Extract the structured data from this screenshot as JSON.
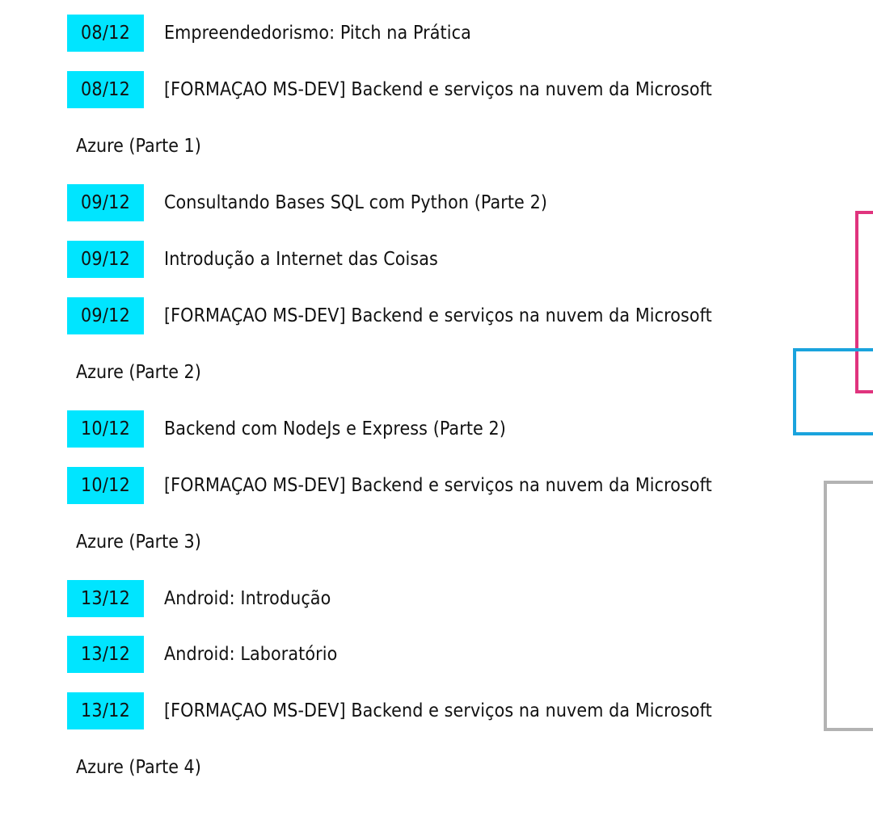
{
  "colors": {
    "date_bg": "#00e5ff",
    "text": "#111111",
    "pink_frame": "#e0347e",
    "blue_frame": "#1aa3dd",
    "gray_frame": "#b3b3b3"
  },
  "items": [
    {
      "date": "08/12",
      "title": "Empreendedorismo: Pitch na Prática"
    },
    {
      "date": "08/12",
      "title": "[FORMAÇAO MS-DEV] Backend e serviços na nuvem da Microsoft",
      "continuation": "Azure (Parte 1)"
    },
    {
      "date": "09/12",
      "title": "Consultando Bases SQL com Python (Parte 2)"
    },
    {
      "date": "09/12",
      "title": "Introdução a Internet das Coisas"
    },
    {
      "date": "09/12",
      "title": "[FORMAÇAO MS-DEV] Backend e serviços na nuvem da Microsoft",
      "continuation": "Azure (Parte 2)"
    },
    {
      "date": "10/12",
      "title": "Backend com NodeJs e Express (Parte 2)"
    },
    {
      "date": "10/12",
      "title": "[FORMAÇAO MS-DEV] Backend e serviços na nuvem da Microsoft",
      "continuation": "Azure (Parte 3)"
    },
    {
      "date": "13/12",
      "title": "Android: Introdução"
    },
    {
      "date": "13/12",
      "title": "Android: Laboratório"
    },
    {
      "date": "13/12",
      "title": "[FORMAÇAO MS-DEV] Backend e serviços na nuvem da Microsoft",
      "continuation": "Azure (Parte 4)"
    }
  ]
}
